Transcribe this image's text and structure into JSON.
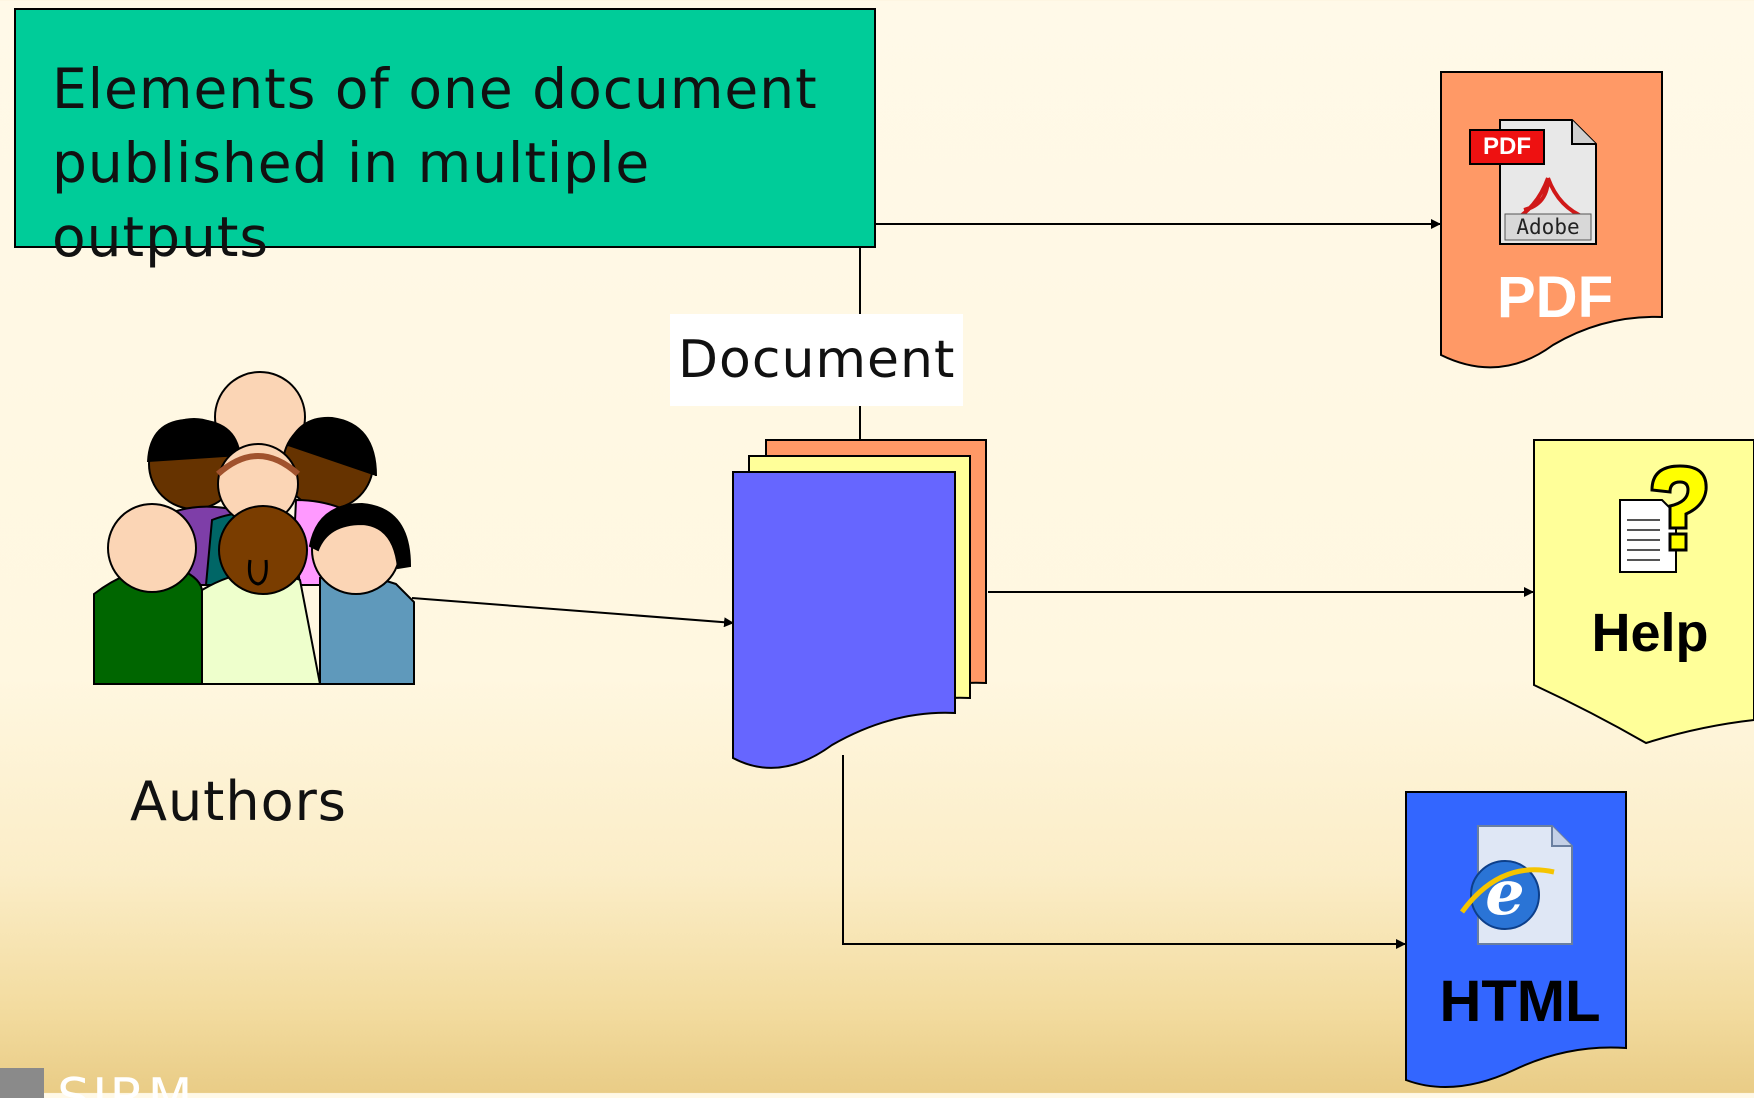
{
  "callout": {
    "line1": "Elements of one document",
    "line2": "published in multiple",
    "line3": "outputs"
  },
  "document_label": "Document",
  "authors_label": "Authors",
  "outputs": {
    "pdf": {
      "label": "PDF",
      "badge": "PDF",
      "brand": "Adobe"
    },
    "help": {
      "label": "Help"
    },
    "html": {
      "label": "HTML"
    }
  },
  "footer_logo": "SIRM",
  "colors": {
    "callout": "#00cc99",
    "pdf_page": "#ff9966",
    "help_page": "#ffff99",
    "html_page": "#3366ff",
    "document_front": "#6666ff",
    "document_middle": "#ffff99",
    "document_back": "#ff9966"
  },
  "icons": [
    "pdf-file-icon",
    "help-file-icon",
    "html-file-icon",
    "authors-group-icon"
  ]
}
